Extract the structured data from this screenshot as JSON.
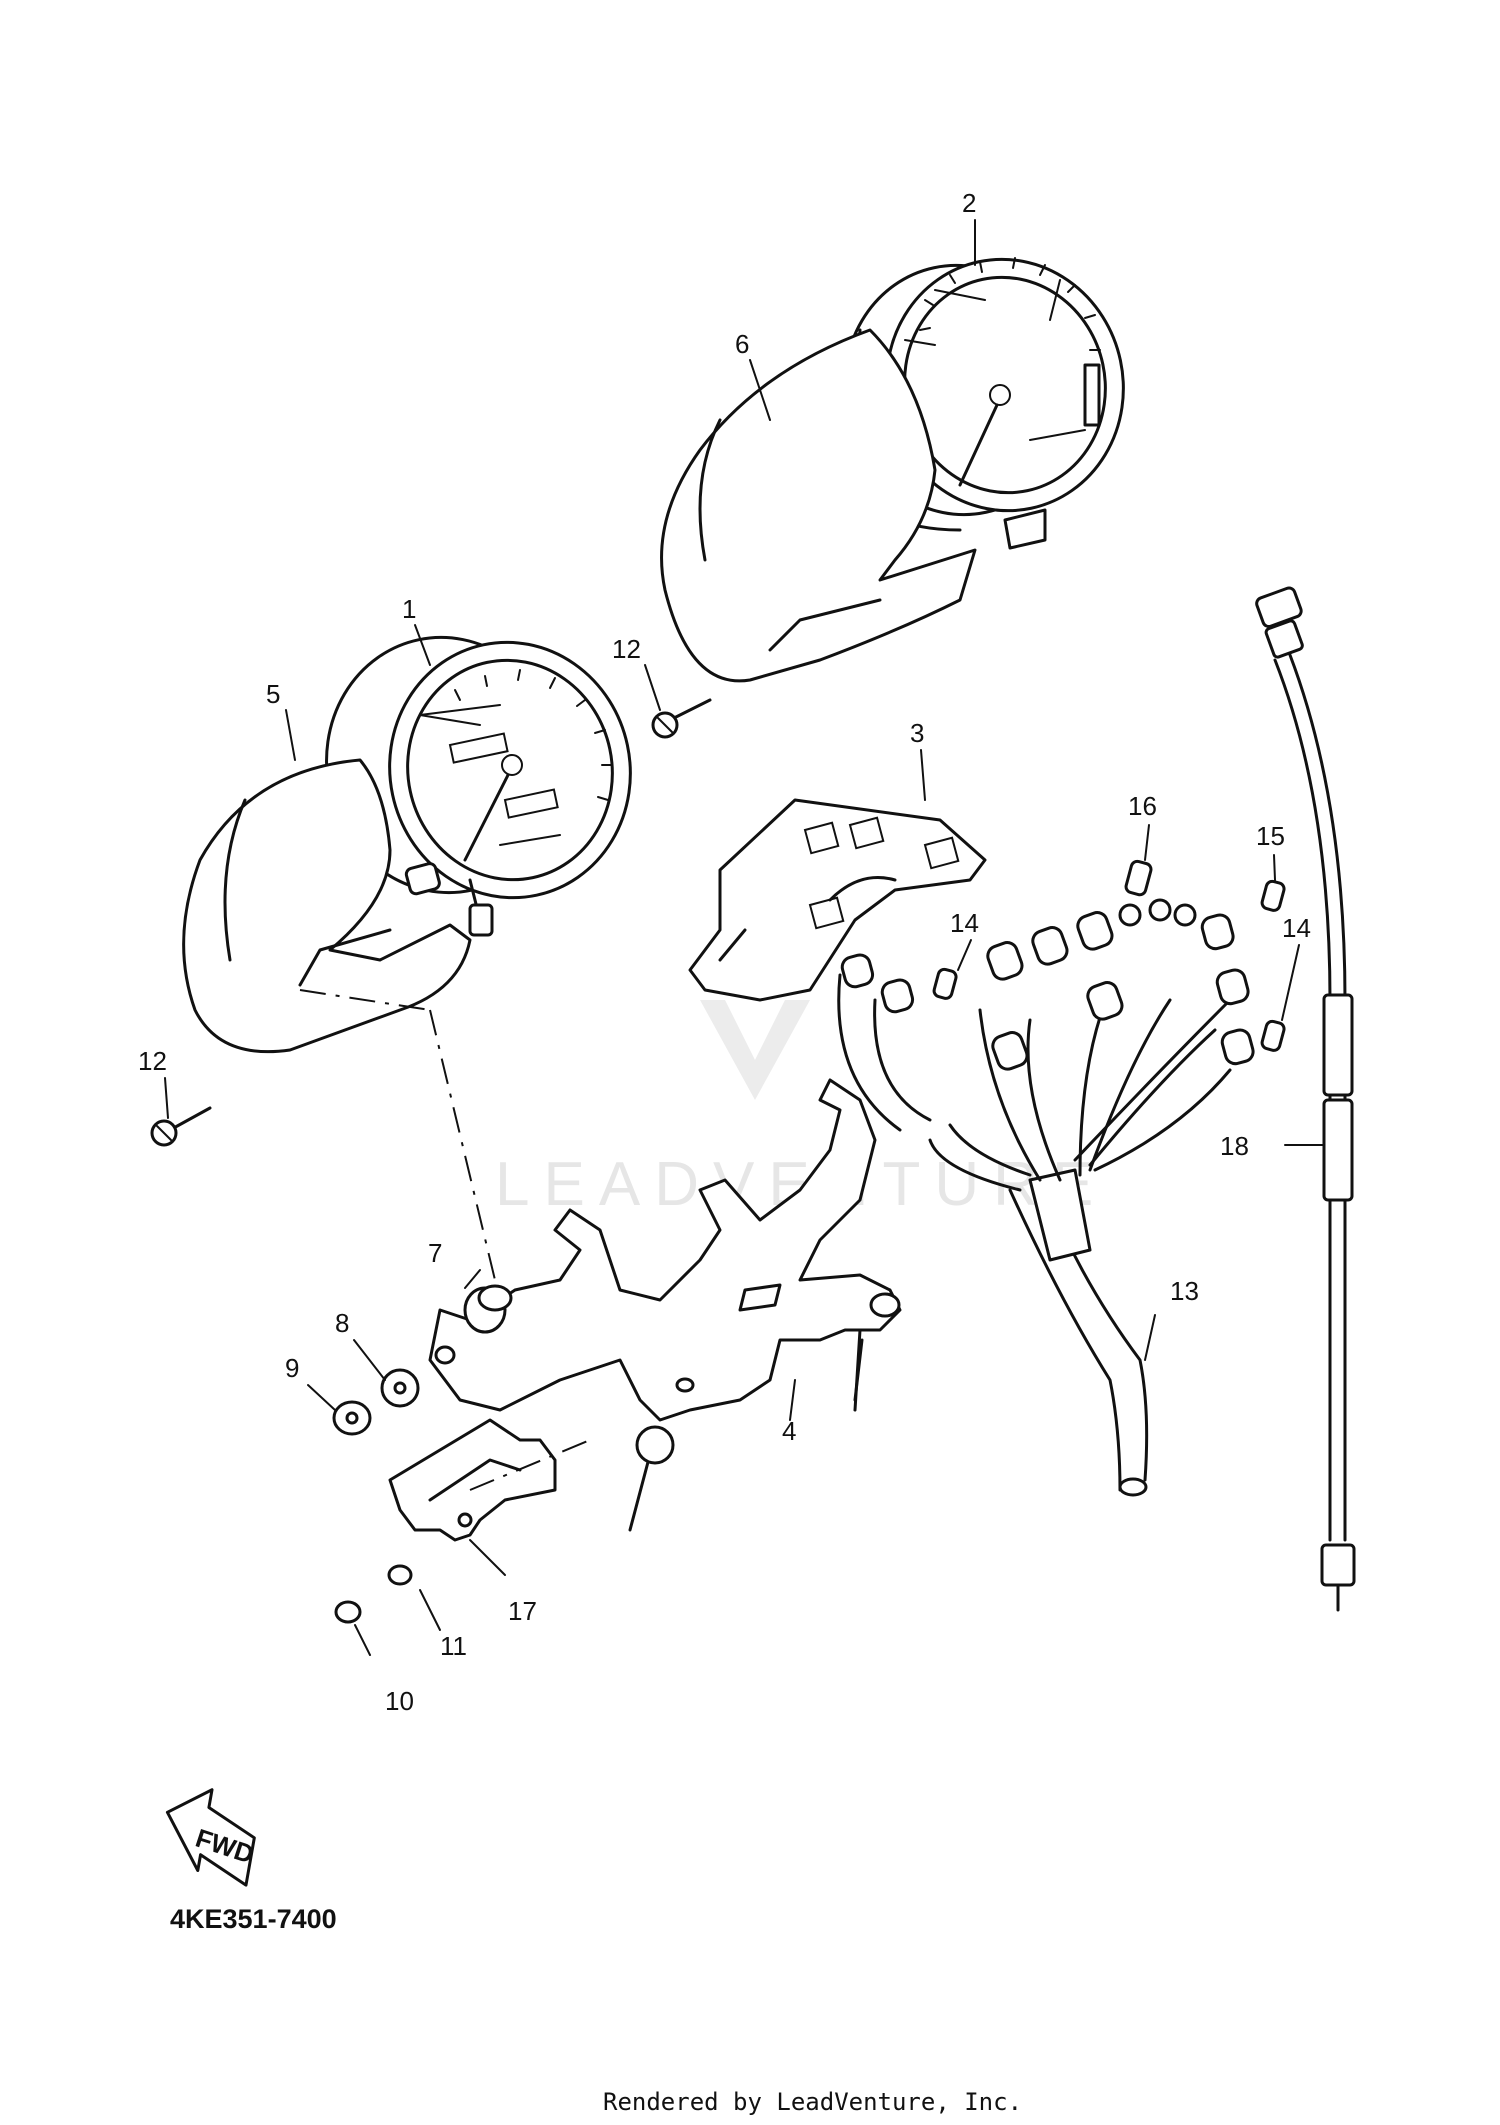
{
  "watermark": "LEADVENTURE",
  "callouts": [
    {
      "id": "1",
      "label": "1"
    },
    {
      "id": "2",
      "label": "2"
    },
    {
      "id": "3",
      "label": "3"
    },
    {
      "id": "4",
      "label": "4"
    },
    {
      "id": "5",
      "label": "5"
    },
    {
      "id": "6",
      "label": "6"
    },
    {
      "id": "7",
      "label": "7"
    },
    {
      "id": "8",
      "label": "8"
    },
    {
      "id": "9",
      "label": "9"
    },
    {
      "id": "10",
      "label": "10"
    },
    {
      "id": "11",
      "label": "11"
    },
    {
      "id": "12a",
      "label": "12"
    },
    {
      "id": "12b",
      "label": "12"
    },
    {
      "id": "13",
      "label": "13"
    },
    {
      "id": "14a",
      "label": "14"
    },
    {
      "id": "14b",
      "label": "14"
    },
    {
      "id": "15",
      "label": "15"
    },
    {
      "id": "16",
      "label": "16"
    },
    {
      "id": "17",
      "label": "17"
    },
    {
      "id": "18",
      "label": "18"
    }
  ],
  "fwd_label": "FWD",
  "diagram_code": "4KE351-7400",
  "footer": "Rendered by LeadVenture, Inc."
}
